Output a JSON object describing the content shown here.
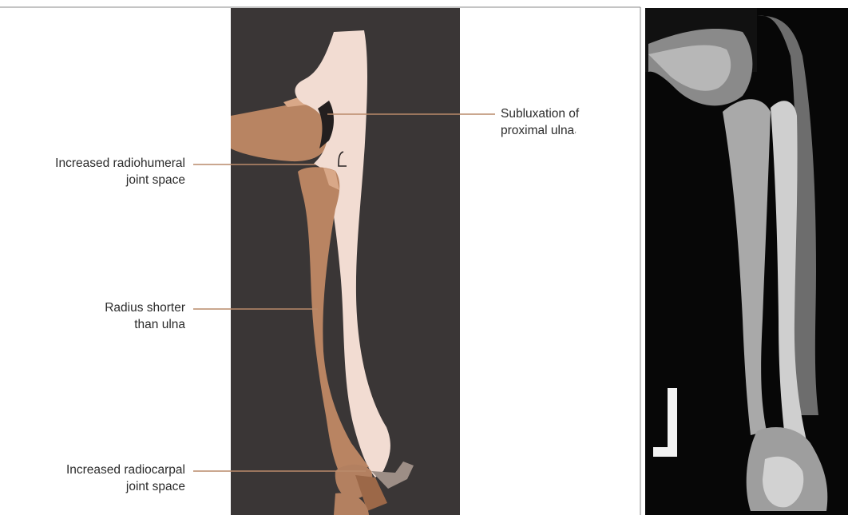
{
  "diagram": {
    "labels": {
      "radiohumeral": {
        "line1": "Increased radiohumeral",
        "line2": "joint space"
      },
      "radius": {
        "line1": "Radius shorter",
        "line2": "than ulna"
      },
      "radiocarpal": {
        "line1": "Increased radiocarpal",
        "line2": "joint space"
      },
      "subluxation": {
        "line1": "Subluxation of",
        "line2": "proximal ulna"
      }
    },
    "colors": {
      "background": "#3a3636",
      "radius": "#b98462",
      "humerus": "#b88462",
      "ulna": "#f2dcd2",
      "leader_line": "#b98a6a"
    }
  }
}
